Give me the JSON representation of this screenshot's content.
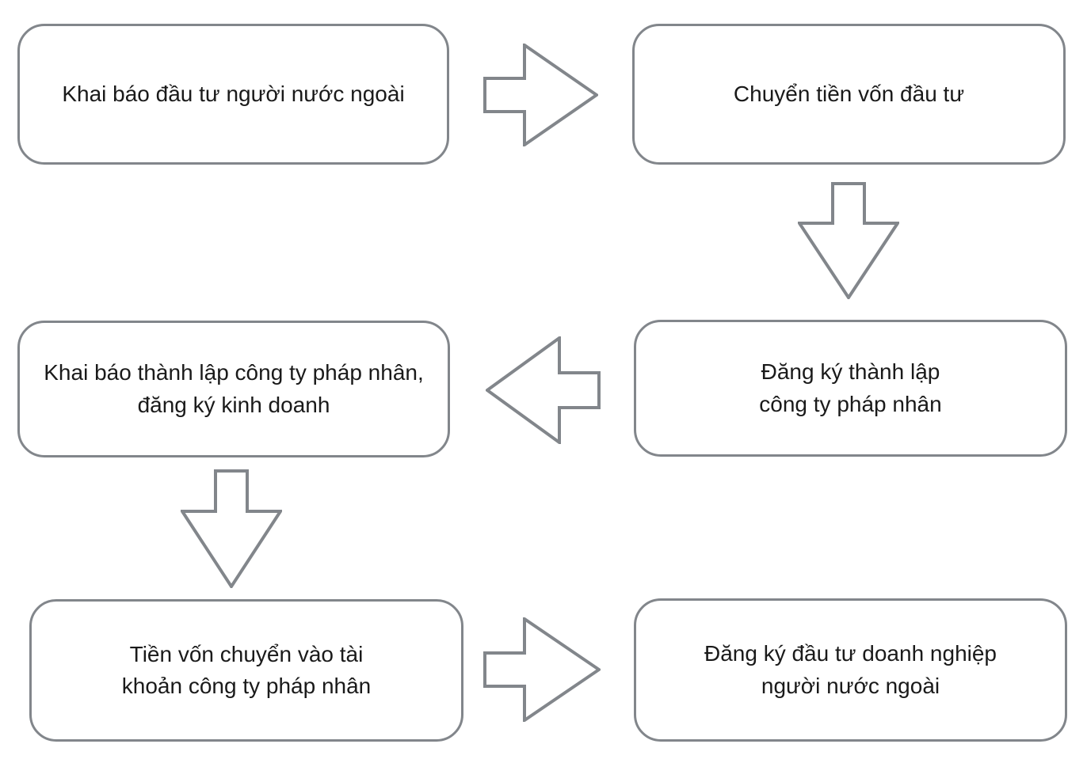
{
  "diagram": {
    "type": "flowchart",
    "box_border_color": "#82868B",
    "box_fill_color": "#ffffff",
    "text_color": "#1a1a1a",
    "arrow_color": "#82868B",
    "nodes": [
      {
        "id": "step-1",
        "lines": [
          "Khai báo đầu tư người nước ngoài"
        ]
      },
      {
        "id": "step-2",
        "lines": [
          "Chuyển tiền vốn đầu tư"
        ]
      },
      {
        "id": "step-3",
        "lines": [
          "Đăng ký thành lập",
          "công ty pháp nhân"
        ]
      },
      {
        "id": "step-4",
        "lines": [
          "Khai báo thành lập công ty pháp nhân,",
          "đăng ký kinh doanh"
        ]
      },
      {
        "id": "step-5",
        "lines": [
          "Tiền vốn chuyển vào tài",
          "khoản công ty pháp nhân"
        ]
      },
      {
        "id": "step-6",
        "lines": [
          "Đăng ký đầu tư doanh nghiệp",
          "người nước ngoài"
        ]
      }
    ],
    "connectors": [
      {
        "from": "step-1",
        "to": "step-2",
        "direction": "right"
      },
      {
        "from": "step-2",
        "to": "step-3",
        "direction": "down"
      },
      {
        "from": "step-3",
        "to": "step-4",
        "direction": "left"
      },
      {
        "from": "step-4",
        "to": "step-5",
        "direction": "down"
      },
      {
        "from": "step-5",
        "to": "step-6",
        "direction": "right"
      }
    ]
  }
}
